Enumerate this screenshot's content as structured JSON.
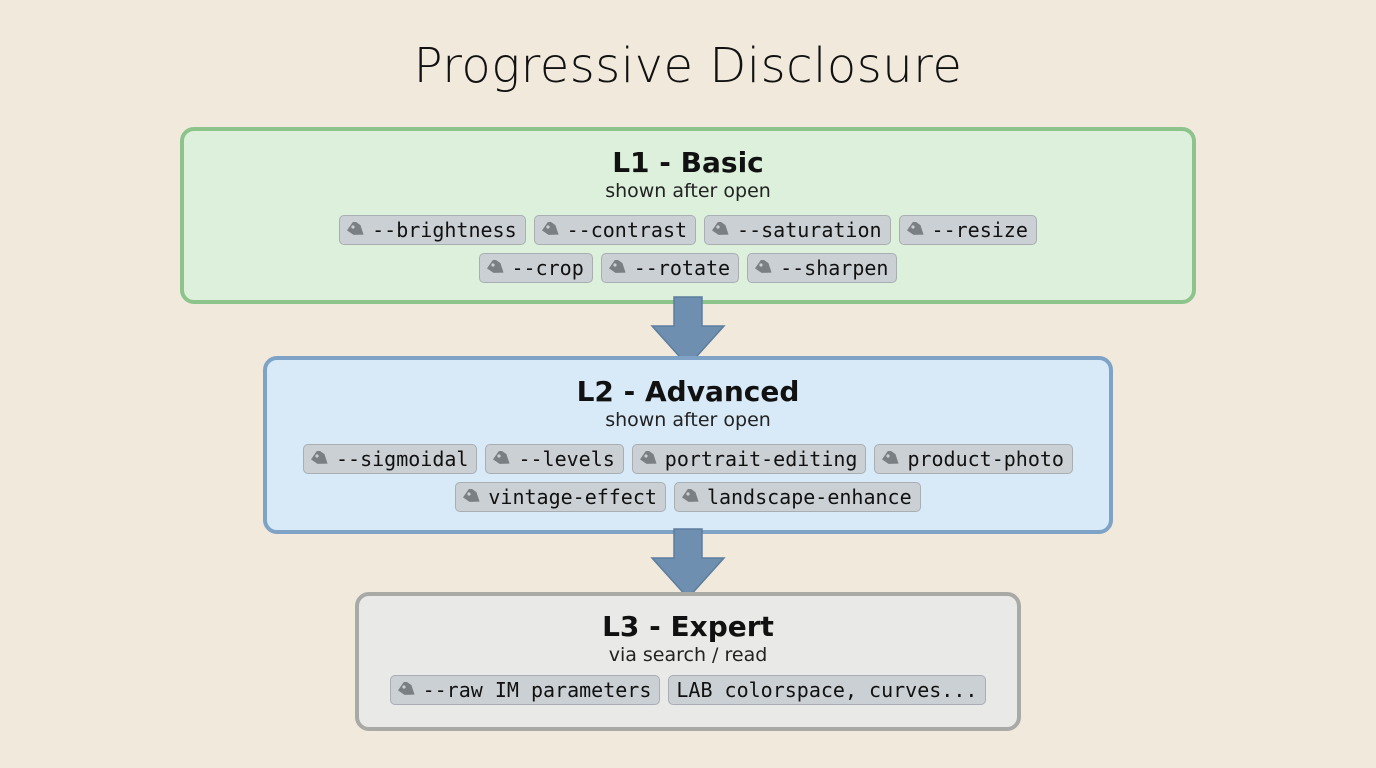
{
  "title": "Progressive Disclosure",
  "colors": {
    "background": "#f1e9dc",
    "l1_fill": "#dcf0dc",
    "l1_border": "#8cc48c",
    "l2_fill": "#d8e9f7",
    "l2_border": "#7ea3c6",
    "l3_fill": "#e9e9e7",
    "l3_border": "#a9a9a6",
    "arrow": "#6f8fb0",
    "tag_fill": "#cbd0d4"
  },
  "levels": [
    {
      "title": "L1 - Basic",
      "subtitle": "shown after open",
      "tags": [
        {
          "label": "--brightness",
          "icon": "tag-icon"
        },
        {
          "label": "--contrast",
          "icon": "tag-icon"
        },
        {
          "label": "--saturation",
          "icon": "tag-icon"
        },
        {
          "label": "--resize",
          "icon": "tag-icon"
        },
        {
          "label": "--crop",
          "icon": "tag-icon"
        },
        {
          "label": "--rotate",
          "icon": "tag-icon"
        },
        {
          "label": "--sharpen",
          "icon": "tag-icon"
        }
      ]
    },
    {
      "title": "L2 - Advanced",
      "subtitle": "shown after open",
      "tags": [
        {
          "label": "--sigmoidal",
          "icon": "tag-icon"
        },
        {
          "label": "--levels",
          "icon": "tag-icon"
        },
        {
          "label": "portrait-editing",
          "icon": "tag-icon"
        },
        {
          "label": "product-photo",
          "icon": "tag-icon"
        },
        {
          "label": "vintage-effect",
          "icon": "tag-icon"
        },
        {
          "label": "landscape-enhance",
          "icon": "tag-icon"
        }
      ]
    },
    {
      "title": "L3 - Expert",
      "subtitle": "via search / read",
      "tags": [
        {
          "label": "--raw IM parameters",
          "icon": "tag-icon"
        },
        {
          "label": "LAB colorspace, curves...",
          "icon": null
        }
      ]
    }
  ],
  "arrows": [
    {
      "from": "L1 - Basic",
      "to": "L2 - Advanced",
      "icon": "arrow-down-icon"
    },
    {
      "from": "L2 - Advanced",
      "to": "L3 - Expert",
      "icon": "arrow-down-icon"
    }
  ]
}
